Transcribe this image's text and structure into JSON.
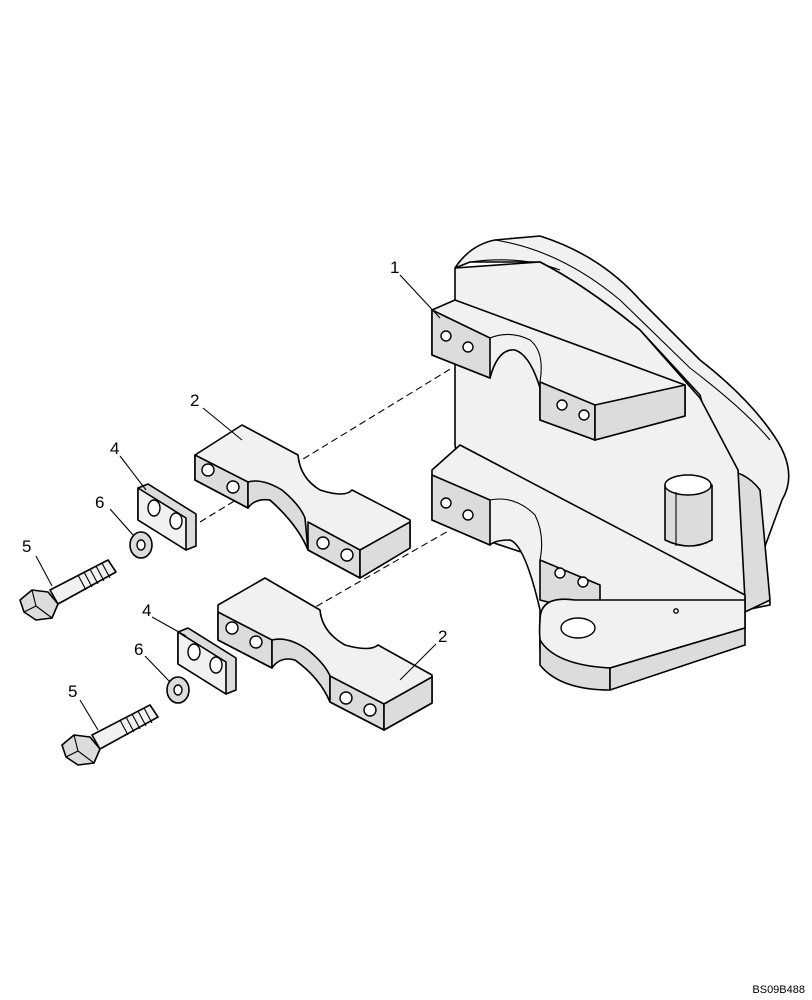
{
  "diagram": {
    "callouts": {
      "bracket": "1",
      "clamp_upper": "2",
      "clamp_lower": "2",
      "shim_upper": "4",
      "shim_lower": "4",
      "bolt_upper": "5",
      "bolt_lower": "5",
      "washer_upper": "6",
      "washer_lower": "6"
    },
    "drawing_code": "BS09B488"
  }
}
